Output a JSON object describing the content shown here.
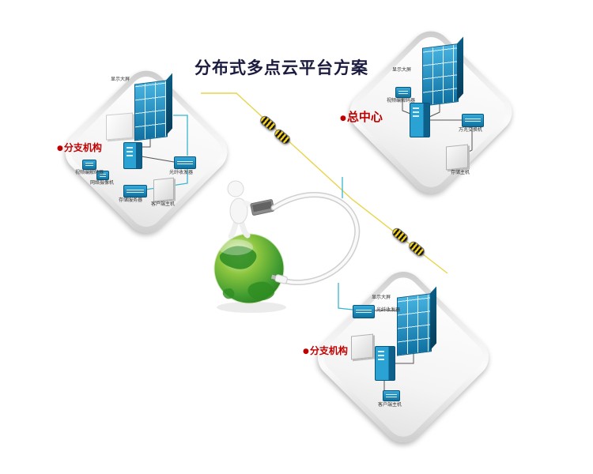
{
  "title": "分布式多点云平台方案",
  "colors": {
    "accent_red": "#c00000",
    "line_yellow": "#e9d44c",
    "line_cyan": "#38b6d0",
    "device_blue": "#2196c9",
    "device_blue_dark": "#0c6089",
    "title_color": "#1b1b3f"
  },
  "panels": {
    "branch_top_left": {
      "bullet": "●",
      "label": "分支机构",
      "devices": {
        "video_wall": "显示大屏",
        "codec": "视频编解码器",
        "camera": "网络摄像机",
        "storage": "存储服务器",
        "client": "客户端主机",
        "fiber": "光纤收发器"
      }
    },
    "headquarters": {
      "bullet": "●",
      "label": "总中心",
      "devices": {
        "video_wall": "显示大屏",
        "codec": "视频编解码器",
        "switch": "万兆交换机",
        "storage": "存储主机"
      }
    },
    "branch_bottom_right": {
      "bullet": "●",
      "label": "分支机构",
      "devices": {
        "fiber": "光纤收发器",
        "video_wall": "显示大屏",
        "client": "客户端主机"
      }
    }
  }
}
